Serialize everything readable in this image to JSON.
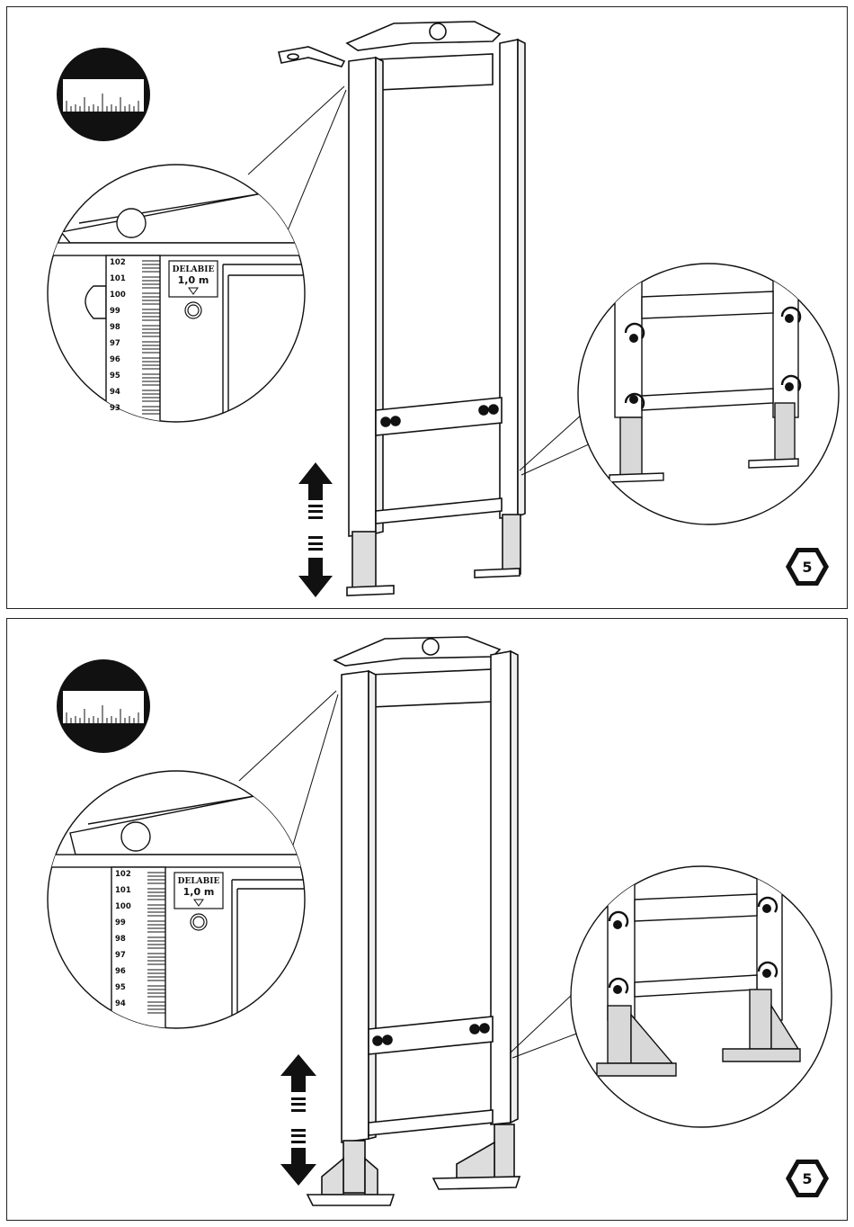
{
  "panels": [
    {
      "id": "top",
      "step_number": "5",
      "brand_label": "DELABIE",
      "height_label": "1,0 m",
      "scale_marks": [
        "102",
        "101",
        "100",
        "99",
        "98",
        "97",
        "96",
        "95",
        "94",
        "93"
      ],
      "foot_type": "flat"
    },
    {
      "id": "bottom",
      "step_number": "5",
      "brand_label": "DELABIE",
      "height_label": "1,0 m",
      "scale_marks": [
        "102",
        "101",
        "100",
        "99",
        "98",
        "97",
        "96",
        "95",
        "94"
      ],
      "foot_type": "braced"
    }
  ],
  "icons": {
    "measure": "ruler-icon",
    "adjust": "up-down-arrow-icon",
    "tighten": "rotate-arrow-icon",
    "step": "hexagon-step-badge"
  },
  "colors": {
    "line": "#111111",
    "badge_fill": "#111111",
    "leg_shade": "#d4d4d4"
  }
}
